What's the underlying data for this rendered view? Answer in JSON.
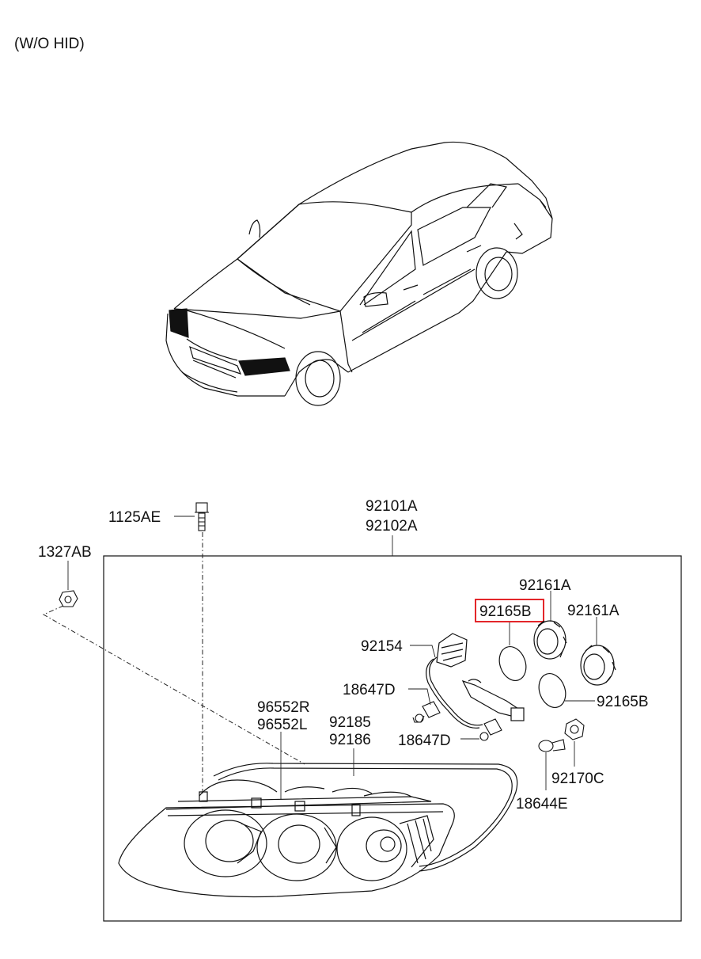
{
  "header": {
    "variant_note": "(W/O HID)"
  },
  "parts": {
    "screw": "1125AE",
    "nut": "1327AB",
    "assembly_left": "92101A",
    "assembly_right": "92102A",
    "bulb_socket_upper": "92161A",
    "bulb_socket_lower": "92161A",
    "o_ring_highlighted": "92165B",
    "o_ring": "92165B",
    "wiring": "92154",
    "bulb_upper": "18647D",
    "bulb_lower": "18647D",
    "actuator_r": "96552R",
    "actuator_l": "96552L",
    "lens_1": "92185",
    "lens_2": "92186",
    "socket_small": "92170C",
    "bulb_small": "18644E"
  },
  "colors": {
    "highlight": "#e3262a",
    "line": "#111111"
  }
}
